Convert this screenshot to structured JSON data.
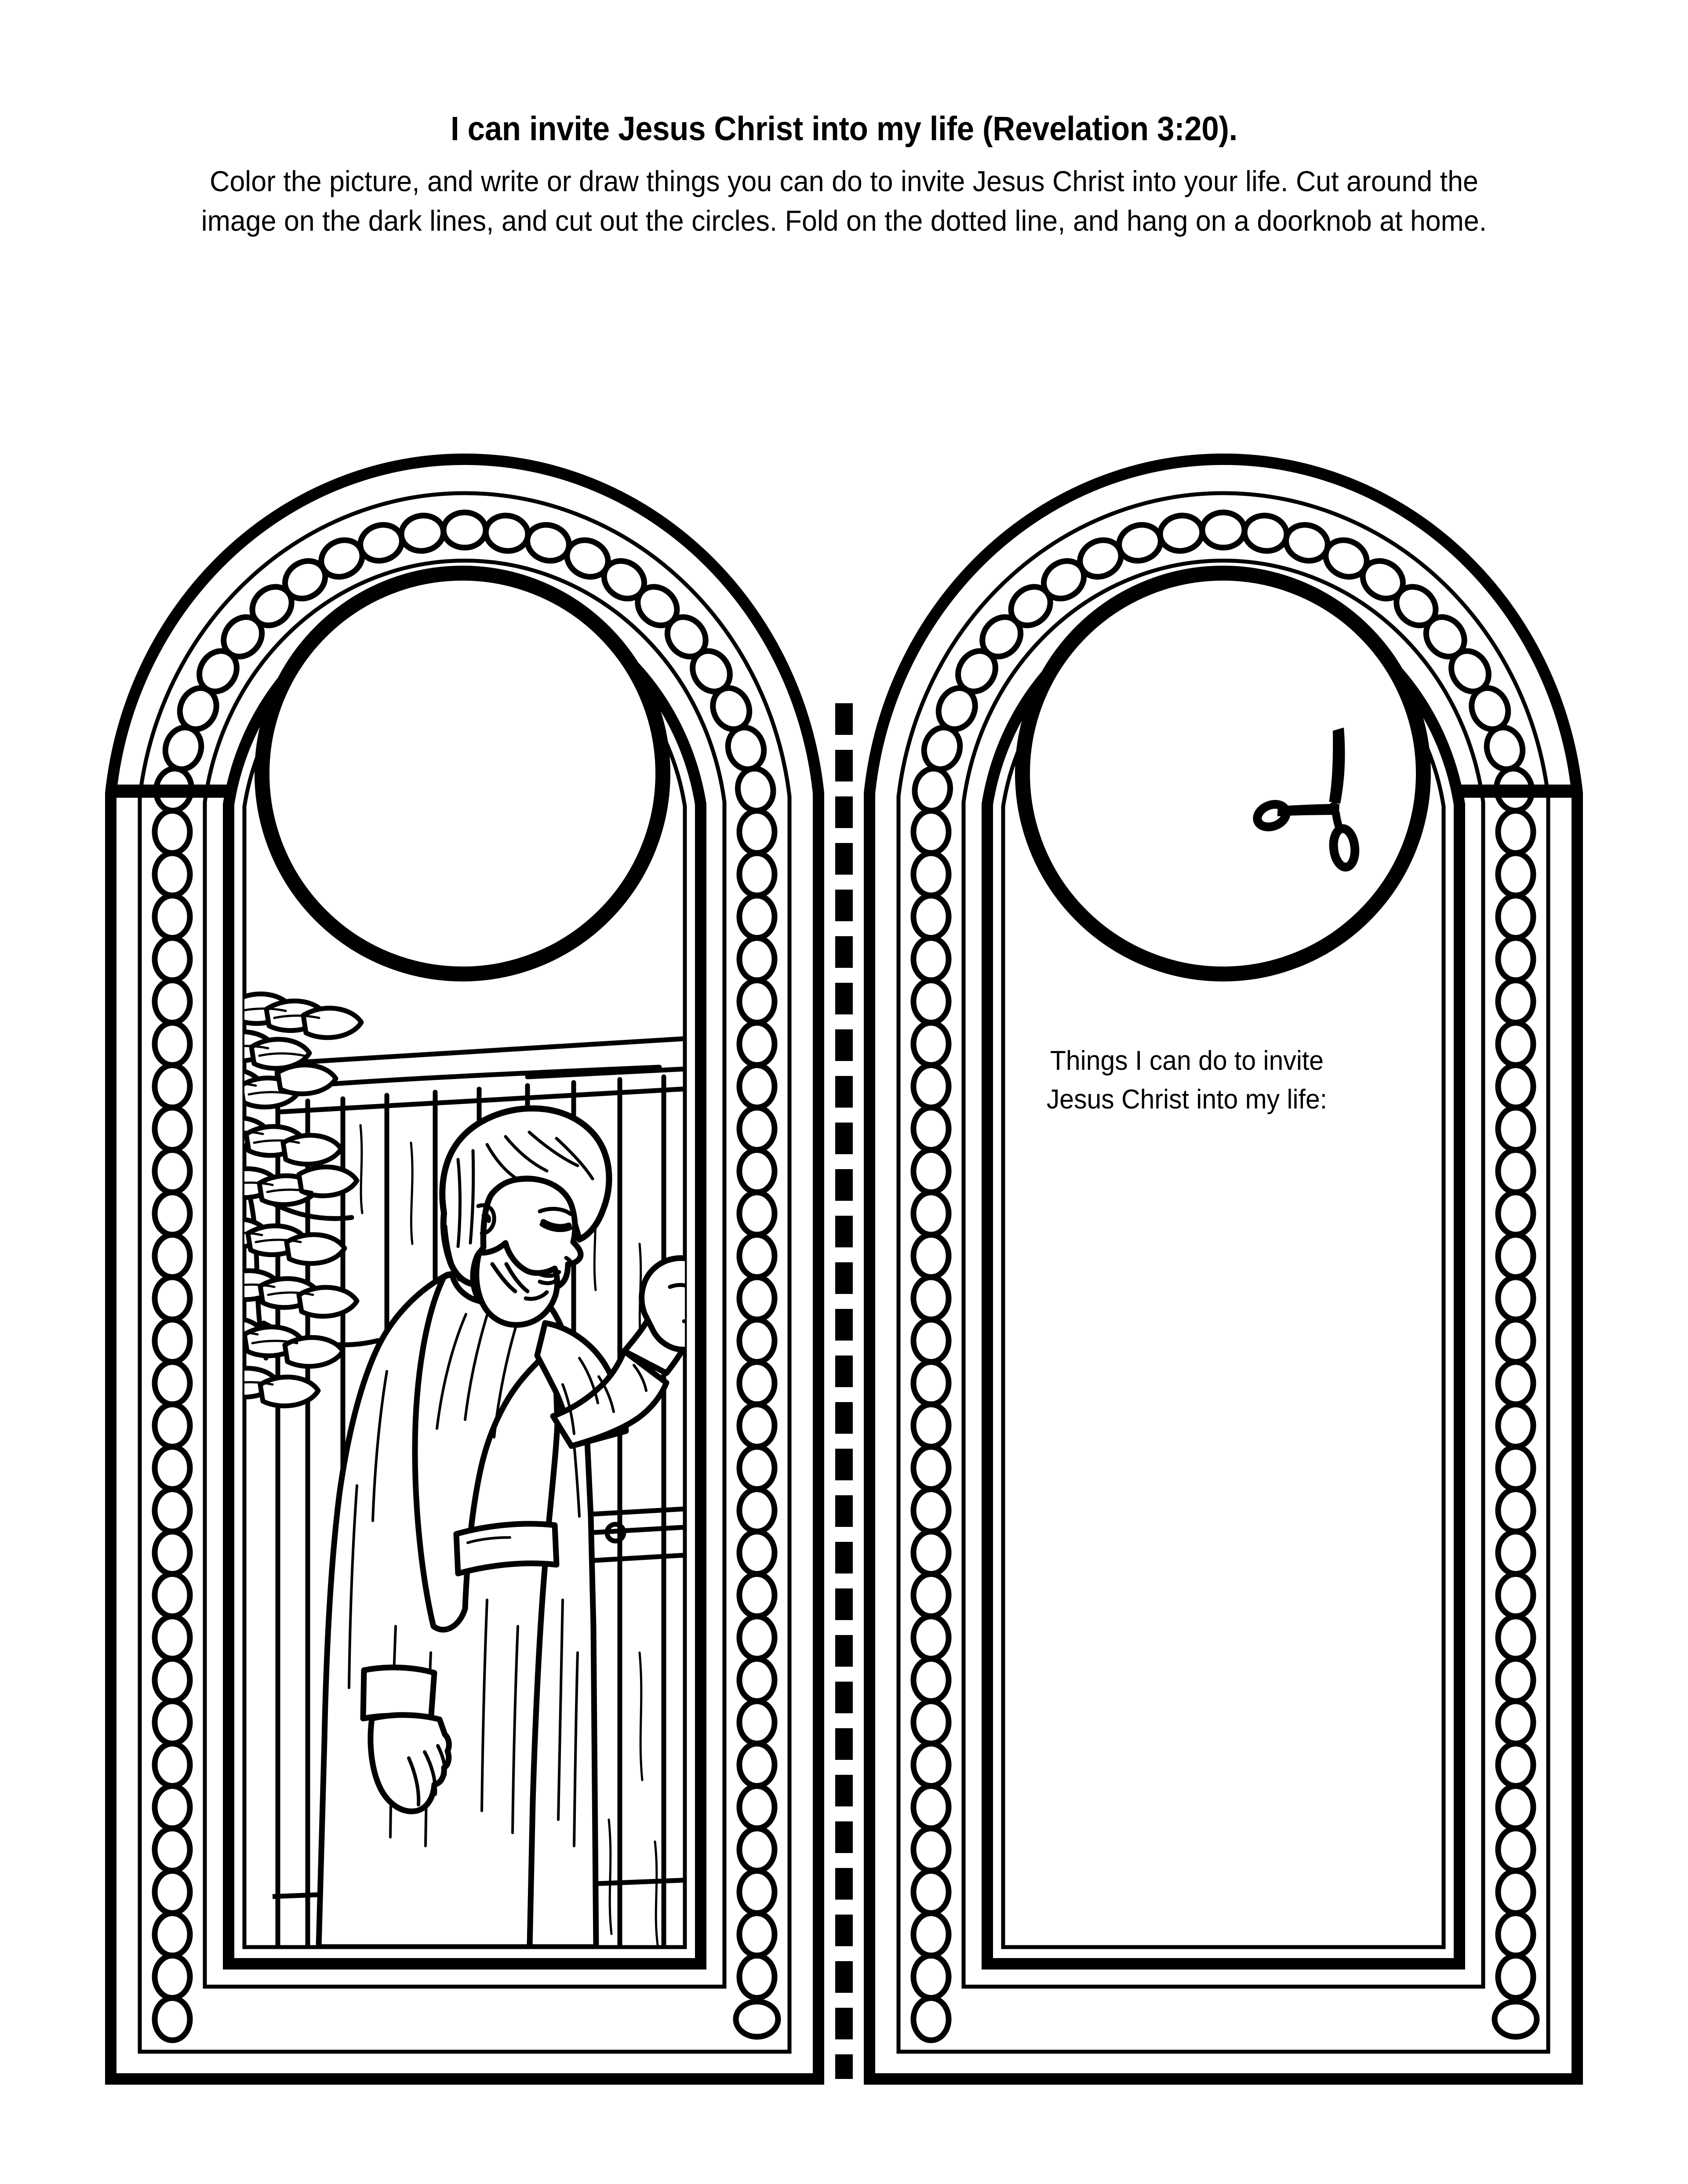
{
  "document": {
    "type": "printable-activity-page",
    "title": "I can invite Jesus Christ into my life (Revelation 3:20).",
    "instructions": "Color the picture, and write or draw things you can do to invite Jesus Christ into your life. Cut around the image on the dark lines, and cut out the circles. Fold on the dotted line, and hang on a doorknob at home.",
    "instructions_line1": "Color the picture, and write or draw things you can do to invite Jesus Christ into your life. Cut around the",
    "instructions_line2": "image on the dark lines, and cut out the circles. Fold on the dotted line, and hang on a doorknob at home.",
    "background_color": "#ffffff",
    "ink_color": "#000000"
  },
  "left_panel": {
    "name": "picture-panel",
    "illustration_description": "Line-art of Jesus Christ knocking on a wooden door with ivy leaves climbing the left door frame",
    "doorknob_hole_label": "cut-out circle"
  },
  "right_panel": {
    "name": "writing-panel",
    "caption_line1": "Things I can do to invite",
    "caption_line2": "Jesus Christ into my life:",
    "caption": "Things I can do to invite Jesus Christ into my life:",
    "doorknob_hole_label": "cut-out circle",
    "scissors_icon": "scissors-icon"
  },
  "fold": {
    "name": "center-fold-line",
    "style": "dashed"
  }
}
